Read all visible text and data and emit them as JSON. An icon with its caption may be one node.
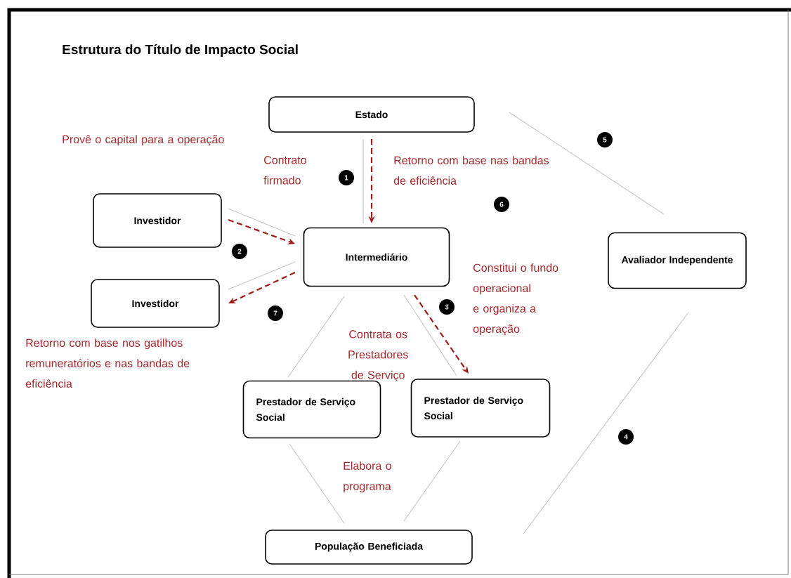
{
  "diagram": {
    "title": "Estrutura do Título de Impacto Social",
    "nodes": [
      {
        "text": [
          "Estado"
        ]
      },
      {
        "text": [
          "Investidor"
        ]
      },
      {
        "text": [
          "Intermediário"
        ]
      },
      {
        "text": [
          "Investidor"
        ]
      },
      {
        "text": [
          "Avaliador Independente"
        ]
      },
      {
        "text": [
          "Prestador de Serviço Social"
        ]
      },
      {
        "text": [
          "Prestador de Serviço Social"
        ]
      },
      {
        "text": [
          "População Beneficiada"
        ]
      }
    ],
    "edges": [
      {
        "from": 0,
        "to": 2,
        "arrow": "to",
        "style": "dashed",
        "color": "#a01c1c"
      },
      {
        "from": 0,
        "to": 2,
        "arrow": "none"
      },
      {
        "from": 1,
        "to": 2,
        "arrow": "to",
        "style": "dashed",
        "color": "#a01c1c"
      },
      {
        "from": 1,
        "to": 2,
        "arrow": "none"
      },
      {
        "from": 2,
        "to": 3,
        "arrow": "to",
        "style": "dashed",
        "color": "#a01c1c"
      },
      {
        "from": 2,
        "to": 3,
        "arrow": "none"
      },
      {
        "from": 2,
        "to": 5,
        "arrow": "none"
      },
      {
        "from": 2,
        "to": 6,
        "arrow": "to",
        "style": "dashed",
        "color": "#a01c1c"
      },
      {
        "from": 2,
        "to": 6,
        "arrow": "none"
      },
      {
        "from": 0,
        "to": 4,
        "arrow": "none"
      },
      {
        "from": 4,
        "to": 7,
        "arrow": "none"
      },
      {
        "from": 5,
        "to": 7,
        "arrow": "none"
      },
      {
        "from": 6,
        "to": 7,
        "arrow": "none"
      }
    ],
    "labels": [
      "Provê o capital para a operação",
      "Contrato firmado",
      "1",
      "Retorno com base nas bandas de eficiência",
      "5",
      "6",
      "2",
      "Constitui o fundo operacional e organiza a operação",
      "3",
      "7",
      "Contrata os Prestadores de Serviço",
      "Retorno com base nos gatilhos remuneratórios e nas bandas de eficiência",
      "4",
      "Elabora o programa"
    ]
  }
}
